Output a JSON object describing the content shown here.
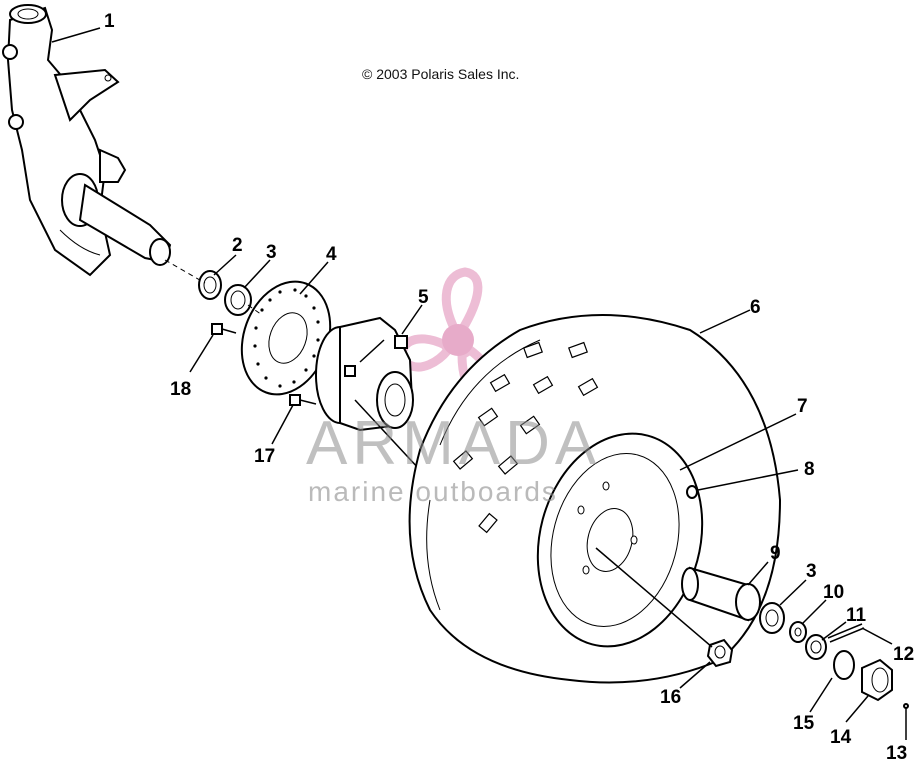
{
  "copyright": "© 2003 Polaris Sales Inc.",
  "watermark": {
    "title": "ARMADA",
    "subtitle": "marine outboards",
    "logo_color": "#e8a8c8",
    "logo_center_color": "#e090b8"
  },
  "callouts": [
    {
      "id": "1",
      "label": "1"
    },
    {
      "id": "2",
      "label": "2"
    },
    {
      "id": "3a",
      "label": "3"
    },
    {
      "id": "4",
      "label": "4"
    },
    {
      "id": "5",
      "label": "5"
    },
    {
      "id": "6",
      "label": "6"
    },
    {
      "id": "7",
      "label": "7"
    },
    {
      "id": "8",
      "label": "8"
    },
    {
      "id": "9",
      "label": "9"
    },
    {
      "id": "3b",
      "label": "3"
    },
    {
      "id": "10",
      "label": "10"
    },
    {
      "id": "11",
      "label": "11"
    },
    {
      "id": "12",
      "label": "12"
    },
    {
      "id": "13",
      "label": "13"
    },
    {
      "id": "14",
      "label": "14"
    },
    {
      "id": "15",
      "label": "15"
    },
    {
      "id": "16",
      "label": "16"
    },
    {
      "id": "17",
      "label": "17"
    },
    {
      "id": "18",
      "label": "18"
    }
  ]
}
